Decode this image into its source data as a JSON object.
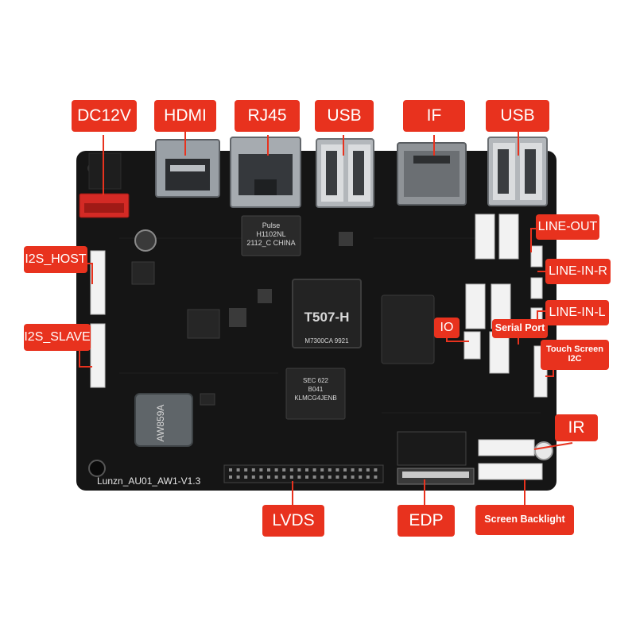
{
  "colors": {
    "label_bg": "#e8321e",
    "label_text": "#ffffff",
    "board": "#151515",
    "connector_white": "#f2f2f2",
    "power_connector": "#d42a25"
  },
  "labels": {
    "dc12v": "DC12V",
    "hdmi": "HDMI",
    "rj45": "RJ45",
    "usb_top_left": "USB",
    "if": "IF",
    "usb_top_right": "USB",
    "line_out": "LINE-OUT",
    "line_in_r": "LINE-IN-R",
    "line_in_l": "LINE-IN-L",
    "io": "IO",
    "serial_port": "Serial Port",
    "touch_screen": "Touch Screen\nI2C",
    "i2s_host": "I2S_HOST",
    "i2s_slave": "I2S_SLAVE",
    "ir": "IR",
    "lvds": "LVDS",
    "edp": "EDP",
    "screen_backlight": "Screen Backlight"
  },
  "board": {
    "model": "Lunzn_AU01_AW1-V1.3",
    "cpu_label": "T507-H",
    "cpu_sub": "M7300CA 9921",
    "memory_chip": "SEC 622\nB041\nKLMCG4JENB",
    "wifi_module": "AW859A",
    "eth_chip": "Pulse\nH1102NL\n2112_C CHINA"
  }
}
